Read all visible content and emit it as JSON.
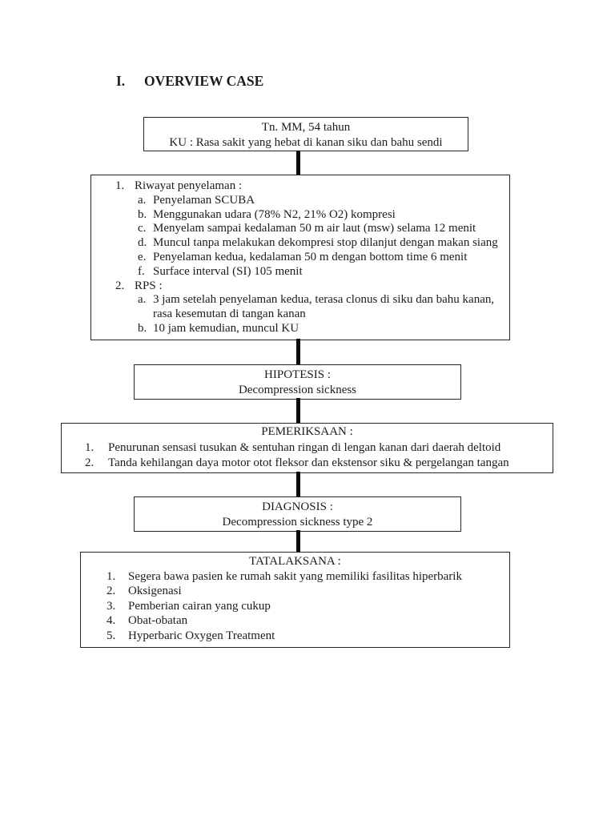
{
  "page": {
    "title_numeral": "I.",
    "title": "OVERVIEW CASE"
  },
  "colors": {
    "ink": "#1c1c1c",
    "box_border": "#262626",
    "connector": "#0d0d0d",
    "background": "#ffffff"
  },
  "flowchart": {
    "patient_box": {
      "line1": "Tn. MM, 54 tahun",
      "line2": "KU : Rasa sakit yang hebat di kanan siku dan bahu sendi"
    },
    "history_box": {
      "item1_label": "1.",
      "item1_title": "Riwayat penyelaman :",
      "item1_subitems": [
        {
          "label": "a.",
          "text": "Penyelaman SCUBA"
        },
        {
          "label": "b.",
          "text": "Menggunakan udara (78% N2, 21% O2) kompresi"
        },
        {
          "label": "c.",
          "text": "Menyelam sampai kedalaman 50 m air laut (msw) selama 12 menit"
        },
        {
          "label": "d.",
          "text": "Muncul tanpa melakukan dekompresi stop dilanjut dengan makan siang"
        },
        {
          "label": "e.",
          "text": "Penyelaman kedua, kedalaman 50 m dengan bottom time 6 menit"
        },
        {
          "label": "f.",
          "text": "Surface interval (SI) 105 menit"
        }
      ],
      "item2_label": "2.",
      "item2_title": "RPS :",
      "item2_subitems": [
        {
          "label": "a.",
          "text": "3 jam setelah penyelaman kedua, terasa clonus di siku dan bahu kanan, rasa kesemutan di tangan kanan"
        },
        {
          "label": "b.",
          "text": "10 jam kemudian, muncul KU"
        }
      ]
    },
    "hypothesis_box": {
      "header": "HIPOTESIS :",
      "text": "Decompression sickness"
    },
    "examination_box": {
      "header": "PEMERIKSAAN :",
      "items": [
        {
          "label": "1.",
          "text": "Penurunan sensasi tusukan & sentuhan ringan di lengan kanan dari daerah deltoid"
        },
        {
          "label": "2.",
          "text": "Tanda kehilangan daya motor otot fleksor dan ekstensor siku & pergelangan tangan"
        }
      ]
    },
    "diagnosis_box": {
      "header": "DIAGNOSIS :",
      "text": "Decompression sickness type 2"
    },
    "treatment_box": {
      "header": "TATALAKSANA :",
      "items": [
        {
          "label": "1.",
          "text": "Segera bawa pasien ke rumah sakit yang memiliki fasilitas hiperbarik"
        },
        {
          "label": "2.",
          "text": "Oksigenasi"
        },
        {
          "label": "3.",
          "text": "Pemberian cairan yang cukup"
        },
        {
          "label": "4.",
          "text": "Obat-obatan"
        },
        {
          "label": "5.",
          "text": "Hyperbaric Oxygen Treatment"
        }
      ]
    }
  }
}
